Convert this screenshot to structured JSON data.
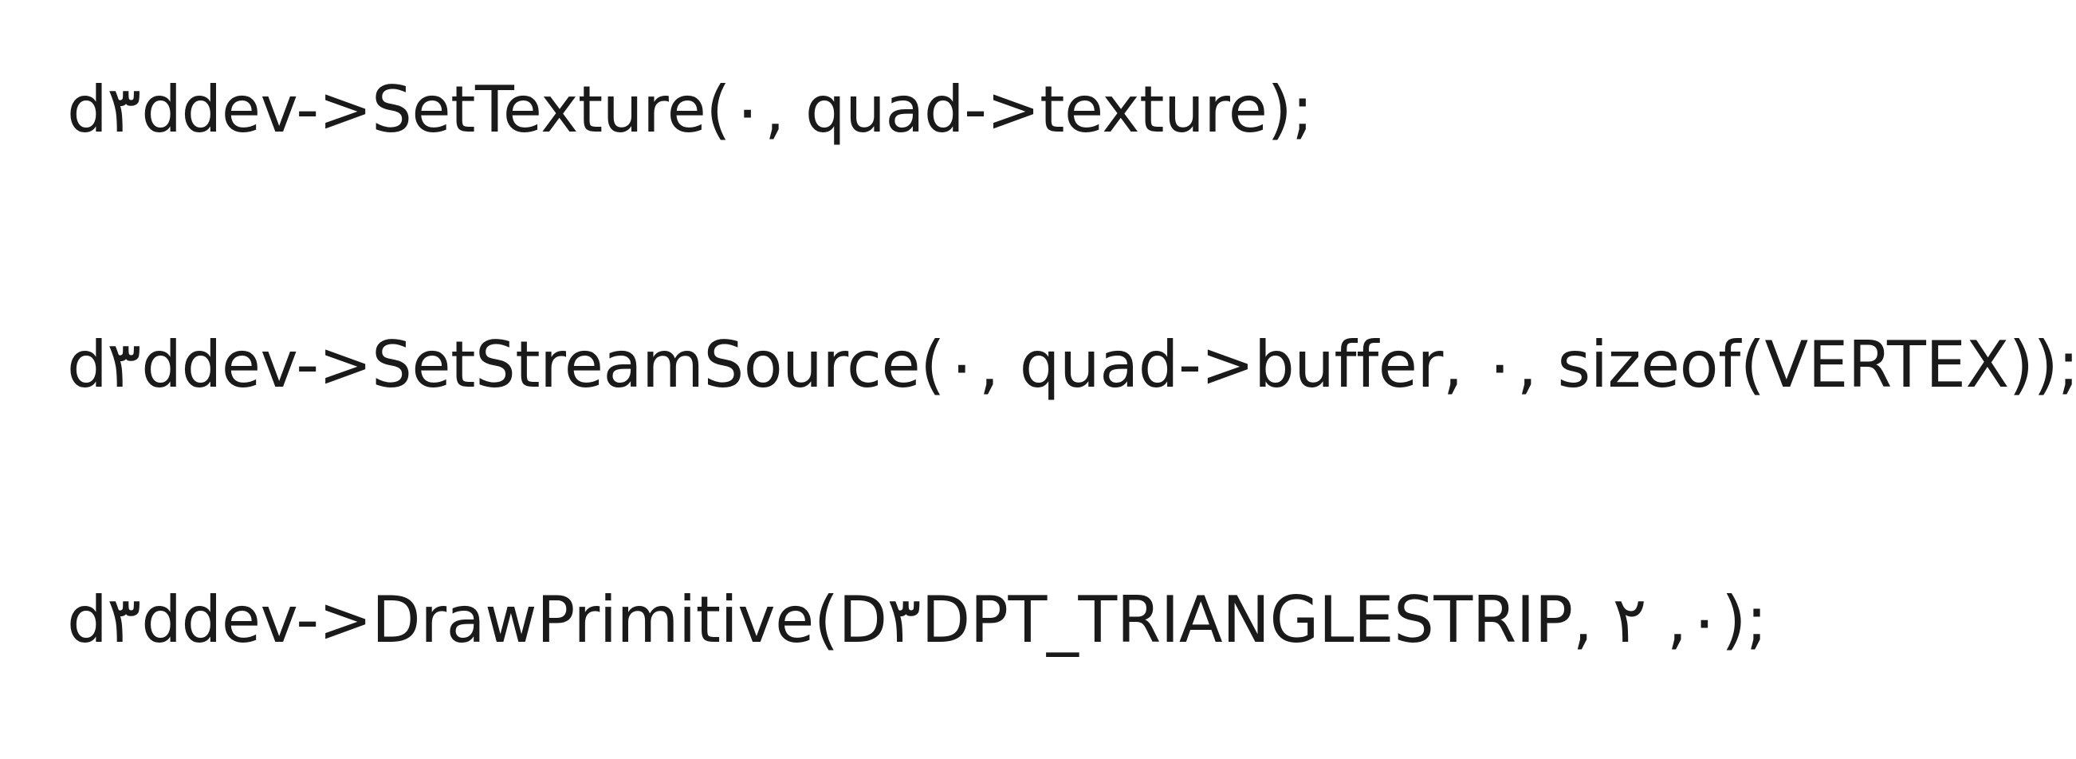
{
  "code": {
    "lines": [
      "d٣ddev->SetTexture(٠, quad->texture);",
      "d٣ddev->SetStreamSource(٠, quad->buffer, ٠, sizeof(VERTEX));",
      "d٣ddev->DrawPrimitive(D٣DPT_TRIANGLESTRIP, ٠, ٢);"
    ]
  },
  "colors": {
    "background": "#ffffff",
    "text": "#1a1a1a"
  }
}
